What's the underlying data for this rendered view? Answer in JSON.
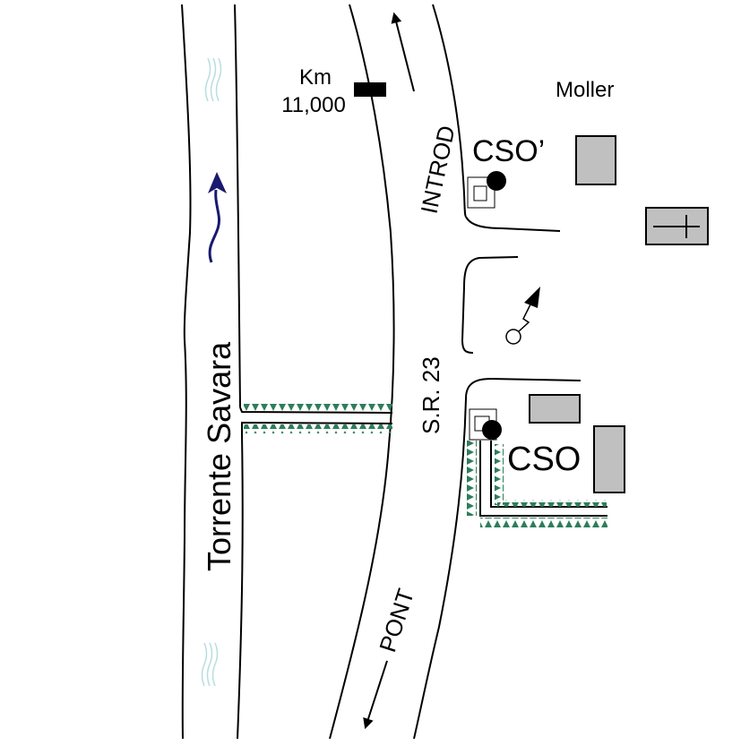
{
  "labels": {
    "river": "Torrente Savara",
    "road": "S.R. 23",
    "direction_north": "INTROD",
    "direction_south": "PONT",
    "km_line1": "Km",
    "km_line2": "11,000",
    "station_north": "CSO’",
    "station_south": "CSO",
    "building_label": "Moller"
  },
  "colors": {
    "line": "#000000",
    "building_fill": "#c0c0c0",
    "river_flow_arrow": "#1a1a6e",
    "water_ripple": "#b8dde0",
    "embankment": "#2e7d5b"
  },
  "icons": {
    "flow_arrow": "curved-arrow-icon",
    "north_arrow": "north-arrow-icon",
    "manhole": "manhole-icon",
    "km_marker": "km-marker-icon"
  }
}
